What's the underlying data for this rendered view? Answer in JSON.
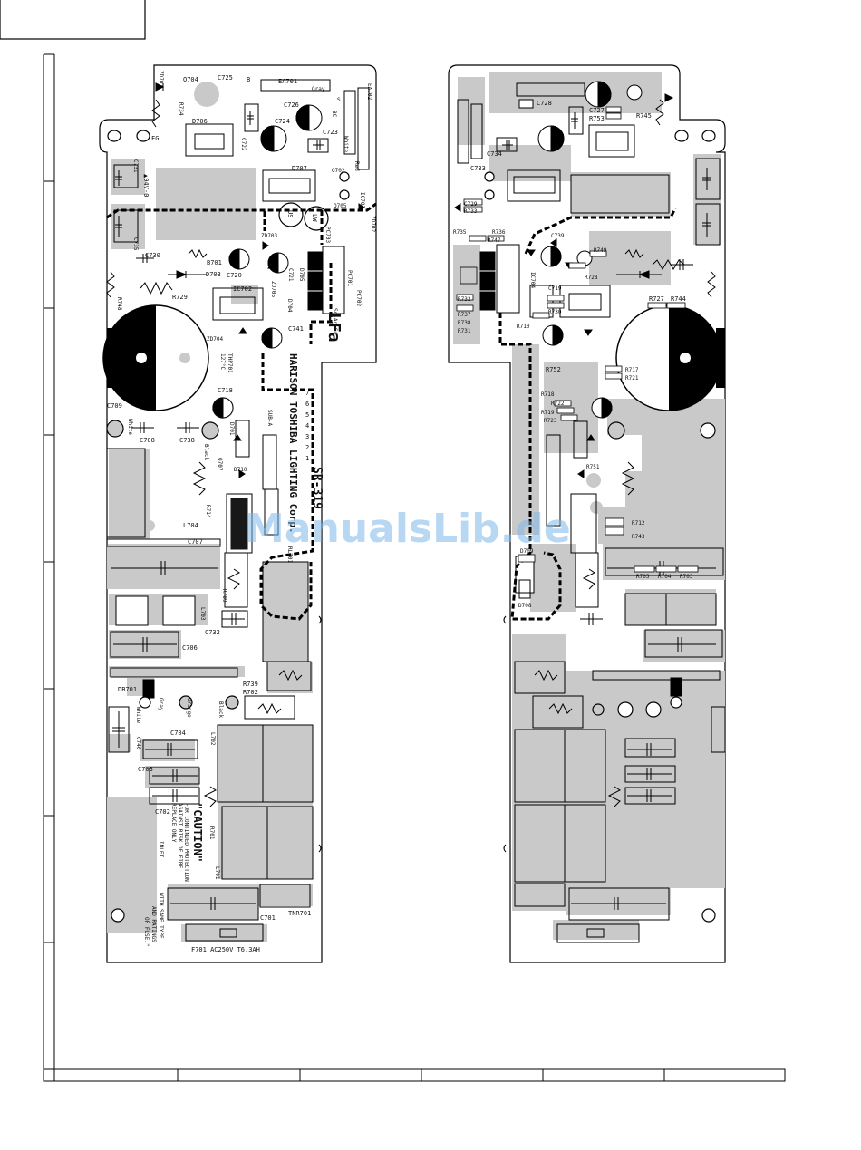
{
  "watermark": "ManualsLib.de",
  "left_board": {
    "part_labels": {
      "ZD701": "ZD701",
      "Q704": "Q704",
      "C725": "C725",
      "B": "B",
      "EA701": "EA701",
      "Gray": "Gray",
      "S": "S",
      "EA702": "EA702",
      "R734": "R734",
      "C726": "C726",
      "D706": "D706",
      "C724": "C724",
      "BC": "BC",
      "C723": "C723",
      "White": "White",
      "C722": "C722",
      "FG": "FG",
      "D707": "D707",
      "Q702": "Q702",
      "Red": "Red",
      "C731": "C731",
      "Q705": "Q705",
      "IC703": "IC703",
      "ZD702": "ZD702",
      "C735": "C735",
      "ZD703": "ZD703",
      "PC703": "PC703",
      "C730": "C730",
      "B701": "B701",
      "D703": "D703",
      "C720": "C720",
      "C721": "C721",
      "D705": "D705",
      "PC701": "PC701",
      "PC702": "PC702",
      "R748": "R748",
      "R729": "R729",
      "IC702": "IC702",
      "ZD705": "ZD705",
      "D704": "D704",
      "ZD704": "ZD704",
      "C741": "C741",
      "THP701": "THP701",
      "T127C": "127°C",
      "C709": "C709",
      "C718": "C718",
      "SUB_A": "SUB-A",
      "White2": "White",
      "C708": "C708",
      "C738": "C738",
      "D701": "D701",
      "Black": "Black",
      "Q707": "Q707",
      "D710": "D710",
      "R714": "R714",
      "L704": "L704",
      "RL701": "RL701",
      "C707": "C707",
      "R709": "R709",
      "L703": "L703",
      "C732": "C732",
      "C706": "C706",
      "R739": "R739",
      "R702": "R702",
      "DB701": "DB701",
      "White3": "White",
      "Gray2": "Gray",
      "Orange": "Orange",
      "Black2": "Black",
      "C704": "C704",
      "L702": "L702",
      "C740": "C740",
      "C703": "C703",
      "C702": "C702",
      "R701": "R701",
      "L701": "L701",
      "INLET": "INLET",
      "C701": "C701",
      "TNR701": "TNR701",
      "FUSE": "F701 AC250V T6.3AH"
    },
    "silk": {
      "rating": "▲94V-0",
      "maker": "HARISON TOSHIBA LIGHTING Corp.",
      "model": "SR-319",
      "lfa": "LFa",
      "sn": "Sn-Ag-Cu",
      "us": "US",
      "lw": "LW",
      "digits": [
        "7",
        "6",
        "5",
        "4",
        "3",
        "2",
        "1"
      ],
      "caution_title": "\"CAUTION\"",
      "caution_lines": [
        "FOR CONTINUED PROTECTION",
        "AGAINST RISK OF FIRE",
        "REPLACE ONLY"
      ],
      "caution_lines2": [
        "WITH SAME TYPE",
        "AND RATINGS",
        "OF FUSE.\""
      ]
    }
  },
  "right_board": {
    "part_labels": {
      "C728": "C728",
      "C727": "C727",
      "R753": "R753",
      "R745": "R745",
      "C734": "C734",
      "C733": "C733",
      "C729": "C729",
      "R733": "R733",
      "R735": "R735",
      "R736": "R736",
      "R747": "R747",
      "C739": "C739",
      "R749": "R749",
      "R728": "R728",
      "C719": "C719",
      "IC704": "IC704",
      "R732": "R732",
      "R737": "R737",
      "R738": "R738",
      "R731": "R731",
      "R710": "R710",
      "R730": "R730",
      "R727": "R727",
      "R744": "R744",
      "R752": "R752",
      "R717": "R717",
      "R721": "R721",
      "R718": "R718",
      "R722": "R722",
      "R719": "R719",
      "R723": "R723",
      "R751": "R751",
      "R712": "R712",
      "R743": "R743",
      "D709": "D709",
      "R705": "R705",
      "R704": "R704",
      "R703": "R703",
      "D708": "D708"
    }
  }
}
